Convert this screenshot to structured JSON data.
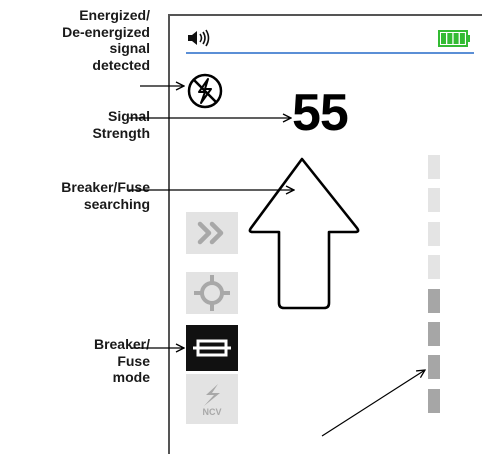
{
  "callouts": {
    "signal_detected": "Energized/\nDe-energized\nsignal\ndetected",
    "signal_strength": "Signal\nStrength",
    "breaker_searching": "Breaker/Fuse\nsearching",
    "breaker_mode": "Breaker/\nFuse\nmode"
  },
  "display": {
    "signal_strength_value": "55",
    "ncv_label": "NCV",
    "sound_icon": "speaker-volume-icon",
    "battery_icon": "battery-full-icon",
    "battery_level": 1.0,
    "signal_icon": "crossed-lightning-icon",
    "search_arrow_icon": "up-arrow-icon",
    "modes": [
      {
        "icon": "double-chevron-right-icon",
        "active": false
      },
      {
        "icon": "crosshair-target-icon",
        "active": false
      },
      {
        "icon": "fuse-icon",
        "active": true
      },
      {
        "icon": "lightning-ncv-icon",
        "active": false
      }
    ],
    "strength_bars": {
      "total": 8,
      "lit": 4
    }
  },
  "colors": {
    "accent_line": "#5b8fd6",
    "battery": "#33bb33",
    "bar_dim": "#e4e4e4",
    "bar_lit": "#a6a6a6",
    "mode_inactive_bg": "#e3e3e3",
    "mode_inactive_icon": "#a8a8a8",
    "mode_active_bg": "#111111"
  }
}
